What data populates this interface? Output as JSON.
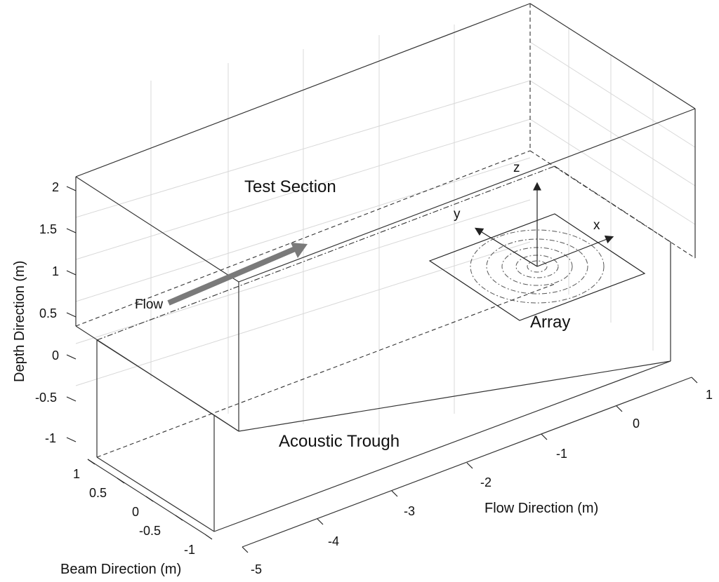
{
  "labels": {
    "test_section": "Test Section",
    "acoustic_trough": "Acoustic Trough",
    "array": "Array",
    "flow": "Flow",
    "axis_x": "x",
    "axis_y": "y",
    "axis_z": "z"
  },
  "axes": {
    "depth": {
      "label": "Depth Direction (m)",
      "ticks": [
        "2",
        "1.5",
        "1",
        "0.5",
        "0",
        "-0.5",
        "-1"
      ]
    },
    "beam": {
      "label": "Beam Direction (m)",
      "ticks": [
        "1",
        "0.5",
        "0",
        "-0.5",
        "-1"
      ]
    },
    "flow": {
      "label": "Flow Direction (m)",
      "ticks": [
        "-5",
        "-4",
        "-3",
        "-2",
        "-1",
        "0",
        "1"
      ]
    }
  },
  "colors": {
    "flow_arrow": "#7a7a7a",
    "edges": "#333333",
    "grid": "#d8d8d8"
  }
}
